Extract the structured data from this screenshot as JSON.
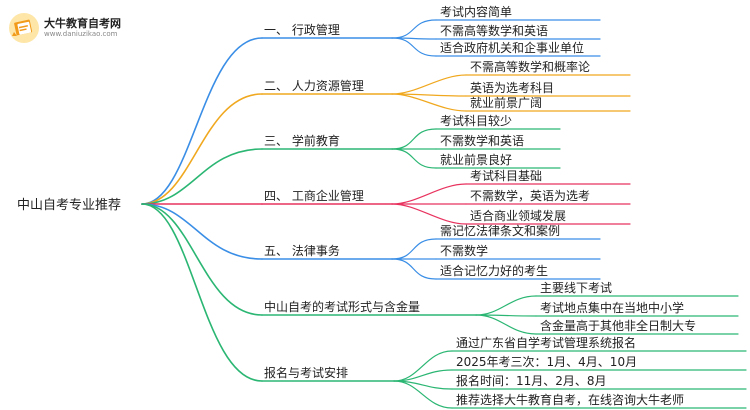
{
  "logo": {
    "name": "大牛教育自考网",
    "url": "www.daniuzikao.com"
  },
  "root": "中山自考专业推荐",
  "branches": [
    {
      "label": "一、 行政管理",
      "color": "#3a8ee6",
      "children": [
        "考试内容简单",
        "不需高等数学和英语",
        "适合政府机关和企事业单位"
      ]
    },
    {
      "label": "二、 人力资源管理",
      "color": "#f0a81f",
      "children": [
        "不需高等数学和概率论",
        "英语为选考科目",
        "就业前景广阔"
      ]
    },
    {
      "label": "三、 学前教育",
      "color": "#2bb673",
      "children": [
        "考试科目较少",
        "不需数学和英语",
        "就业前景良好"
      ]
    },
    {
      "label": "四、 工商企业管理",
      "color": "#e8335f",
      "children": [
        "考试科目基础",
        "不需数学，英语为选考",
        "适合商业领域发展"
      ]
    },
    {
      "label": "五、 法律事务",
      "color": "#3a8ee6",
      "children": [
        "需记忆法律条文和案例",
        "不需数学",
        "适合记忆力好的考生"
      ]
    },
    {
      "label": "中山自考的考试形式与含金量",
      "color": "#2bb673",
      "children": [
        "主要线下考试",
        "考试地点集中在当地中小学",
        "含金量高于其他非全日制大专"
      ]
    },
    {
      "label": "报名与考试安排",
      "color": "#2bb673",
      "children": [
        "通过广东省自学考试管理系统报名",
        "2025年考三次：1月、4月、10月",
        "报名时间：11月、2月、8月",
        "推荐选择大牛教育自考，在线咨询大牛老师"
      ]
    }
  ]
}
